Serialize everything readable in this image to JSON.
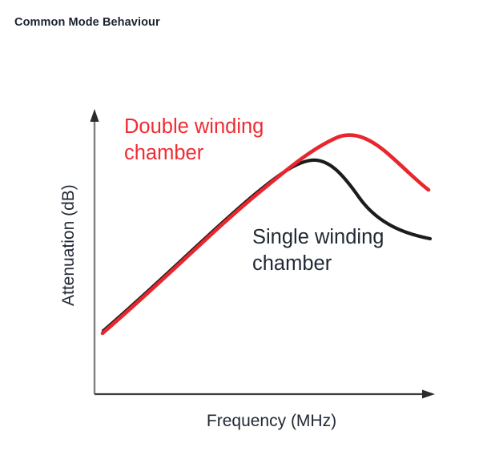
{
  "page": {
    "title": "Common Mode Behaviour",
    "background_color": "#ffffff"
  },
  "chart_data": {
    "type": "line",
    "title": "Common Mode Behaviour",
    "xlabel": "Frequency (MHz)",
    "ylabel": "Attenuation (dB)",
    "grid": false,
    "axes_style": "arrow-axes, no tick labels",
    "legend_position": "inline-annotations",
    "xlim": [
      0,
      1
    ],
    "ylim": [
      0,
      1
    ],
    "x": [
      0.0,
      0.1,
      0.2,
      0.3,
      0.4,
      0.5,
      0.6,
      0.7,
      0.8,
      0.9,
      1.0
    ],
    "series": [
      {
        "name": "Double winding chamber",
        "color": "#e8262e",
        "label_text": "Double winding\nchamber",
        "peak_x": 0.73,
        "peak_y": 0.92,
        "values": [
          0.22,
          0.32,
          0.43,
          0.54,
          0.65,
          0.75,
          0.84,
          0.9,
          0.92,
          0.88,
          0.78
        ]
      },
      {
        "name": "Single winding chamber",
        "color": "#1c1c1c",
        "label_text": "Single winding\nchamber",
        "peak_x": 0.64,
        "peak_y": 0.83,
        "values": [
          0.22,
          0.32,
          0.43,
          0.54,
          0.65,
          0.74,
          0.81,
          0.83,
          0.78,
          0.68,
          0.56
        ]
      }
    ],
    "annotations": [
      {
        "text": "Double winding chamber",
        "color": "#ef2b32"
      },
      {
        "text": "Single winding chamber",
        "color": "#1f2833"
      }
    ]
  },
  "labels": {
    "double_winding": "Double winding\nchamber",
    "single_winding": "Single winding\nchamber",
    "y_axis": "Attenuation (dB)",
    "x_axis": "Frequency (MHz)"
  },
  "colors": {
    "red": "#e8262e",
    "black": "#1c1c1c",
    "text": "#1f2833",
    "title": "#1a2330",
    "axis_gray": "#808080"
  }
}
